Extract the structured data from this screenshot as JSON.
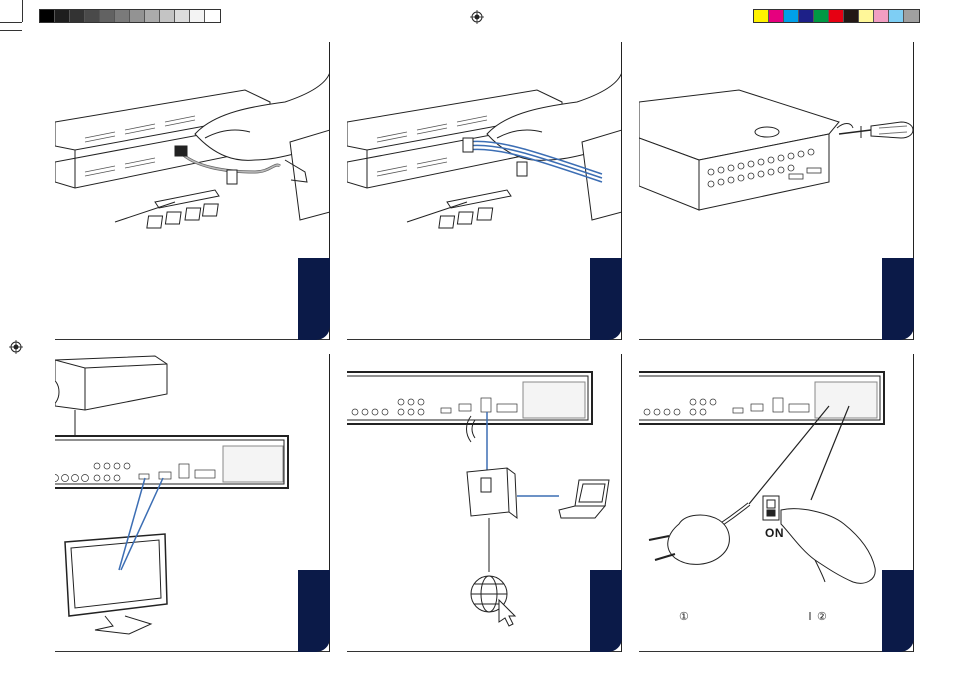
{
  "calibration": {
    "gray": [
      "#000000",
      "#1e1e1e",
      "#333333",
      "#4a4a4a",
      "#626262",
      "#7a7a7a",
      "#939393",
      "#ababab",
      "#c4c4c4",
      "#dcdcdc",
      "#f3f3f3",
      "#ffffff"
    ],
    "color": [
      "#fff200",
      "#e6007e",
      "#00a0e9",
      "#1d2088",
      "#009944",
      "#e60012",
      "#231815",
      "#fff799",
      "#f19ec2",
      "#7ecef4",
      "#a0a0a0"
    ]
  },
  "tab_color": "#0b1a48",
  "cable_color": "#3c6eb4",
  "panels": [
    {
      "id": "panel-1",
      "illustration": "hdd-sata-cable"
    },
    {
      "id": "panel-2",
      "illustration": "hdd-power-cable"
    },
    {
      "id": "panel-3",
      "illustration": "screwdriver-close-case"
    },
    {
      "id": "panel-4",
      "illustration": "camera-monitor-connect"
    },
    {
      "id": "panel-5",
      "illustration": "router-laptop-internet"
    },
    {
      "id": "panel-6",
      "illustration": "power-plug-switch",
      "on_label": "ON",
      "step_1": "①",
      "step_2": "②"
    }
  ]
}
